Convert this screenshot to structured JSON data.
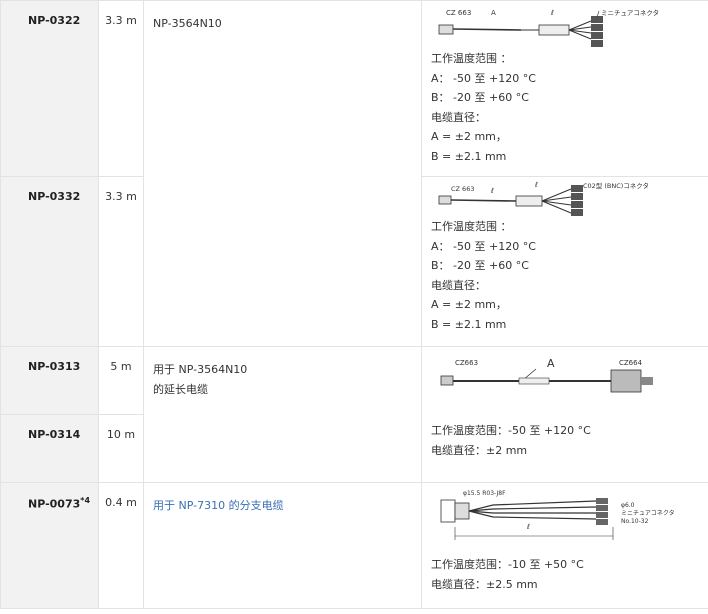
{
  "rows": [
    {
      "model": "NP-0322",
      "length": "3.3 m",
      "description": "NP-3564N10",
      "diagram": {
        "label_left": "CZ 663",
        "label_a": "A",
        "label_b": "ℓ",
        "label_right": "ミニチュアコネクタ"
      },
      "specs": [
        "工作温度范围 ：",
        "A： -50 至 +120 °C",
        "B： -20 至 +60 °C",
        "电缆直径：",
        "A = ±2 mm，",
        "B = ±2.1 mm"
      ]
    },
    {
      "model": "NP-0332",
      "length": "3.3 m",
      "diagram": {
        "label_left": "CZ 663",
        "label_a": "ℓ",
        "label_b": "ℓ",
        "label_right": "C02型 (BNC)コネクタ"
      },
      "specs": [
        "工作温度范围 ：",
        "A： -50 至 +120 °C",
        "B： -20 至 +60 °C",
        "电缆直径：",
        "A = ±2 mm，",
        "B = ±2.1 mm"
      ]
    },
    {
      "model": "NP-0313",
      "length": "5 m",
      "description": [
        "用于 NP-3564N10",
        "的延长电缆"
      ],
      "diagram": {
        "label_left": "CZ663",
        "label_a": "A",
        "label_right": "CZ664"
      },
      "specs": [
        "工作温度范围：-50 至 +120 °C",
        "电缆直径：±2 mm"
      ]
    },
    {
      "model": "NP-0314",
      "length": "10 m"
    },
    {
      "model": "NP-0073",
      "model_note": "*4",
      "length": "0.4 m",
      "description": "用于 NP-7310 的分支电缆",
      "diagram": {
        "label_top": "φ15.5 R03-J8F",
        "label_a": "ℓ",
        "label_right1": "φ6.0",
        "label_right2": "ミニチュアコネクタ",
        "label_right3": "No.10-32"
      },
      "specs": [
        "工作温度范围：-10 至 +50 °C",
        "电缆直径：±2.5 mm"
      ]
    }
  ]
}
